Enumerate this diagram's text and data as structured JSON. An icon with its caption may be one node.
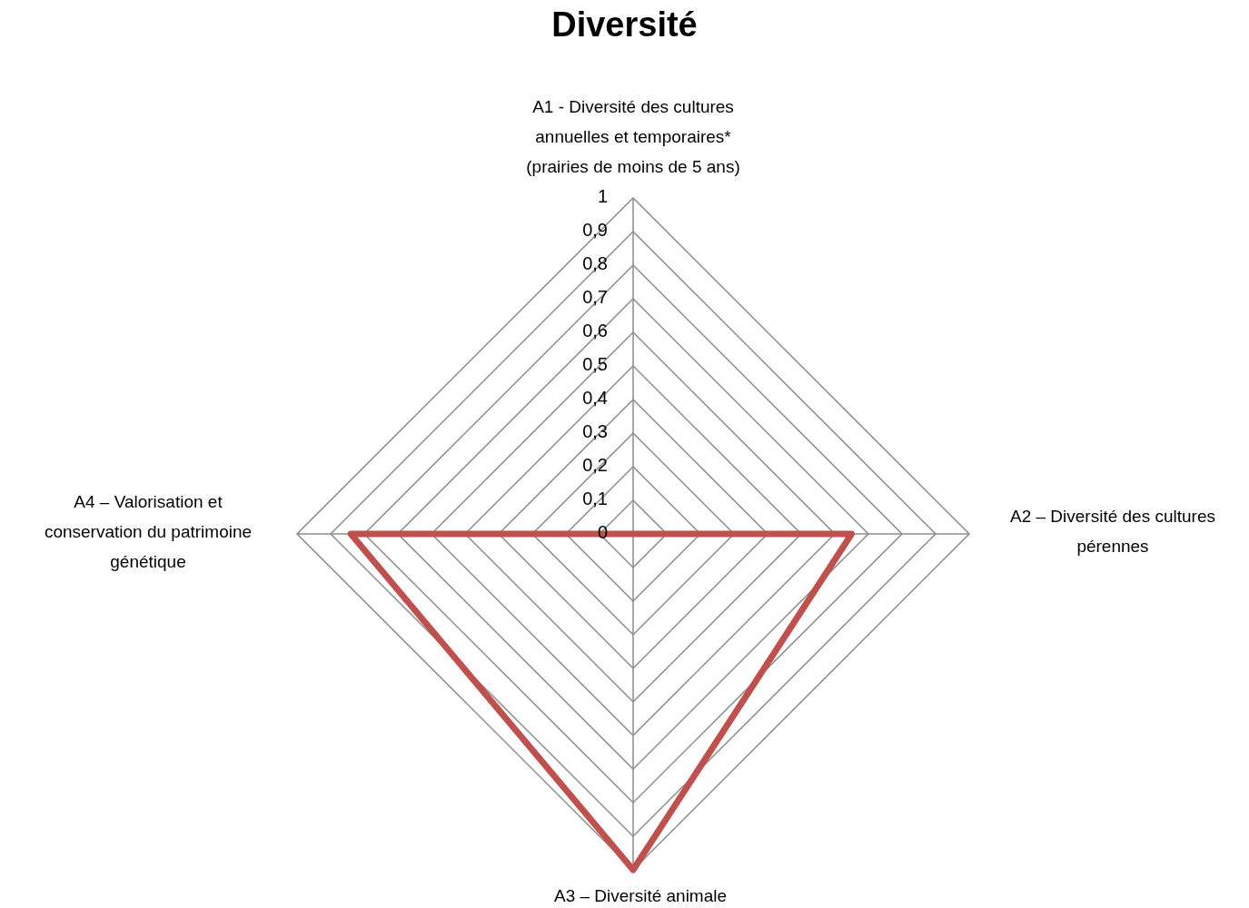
{
  "diagram": {
    "title": "Diversité",
    "labels": [
      "A1 - Diversité des cultures annuelles et temporaires* (prairies de moins de 5 ans)",
      "1",
      "0,9",
      "0,8",
      "0,7",
      "0,6",
      "0,5",
      "0,4",
      "0,3",
      "0,2",
      "0,1",
      "0",
      "A4 – Valorisation et conservation du patrimoine génétique",
      "A2 – Diversité des cultures pérennes",
      "A3 – Diversité animale"
    ]
  }
}
